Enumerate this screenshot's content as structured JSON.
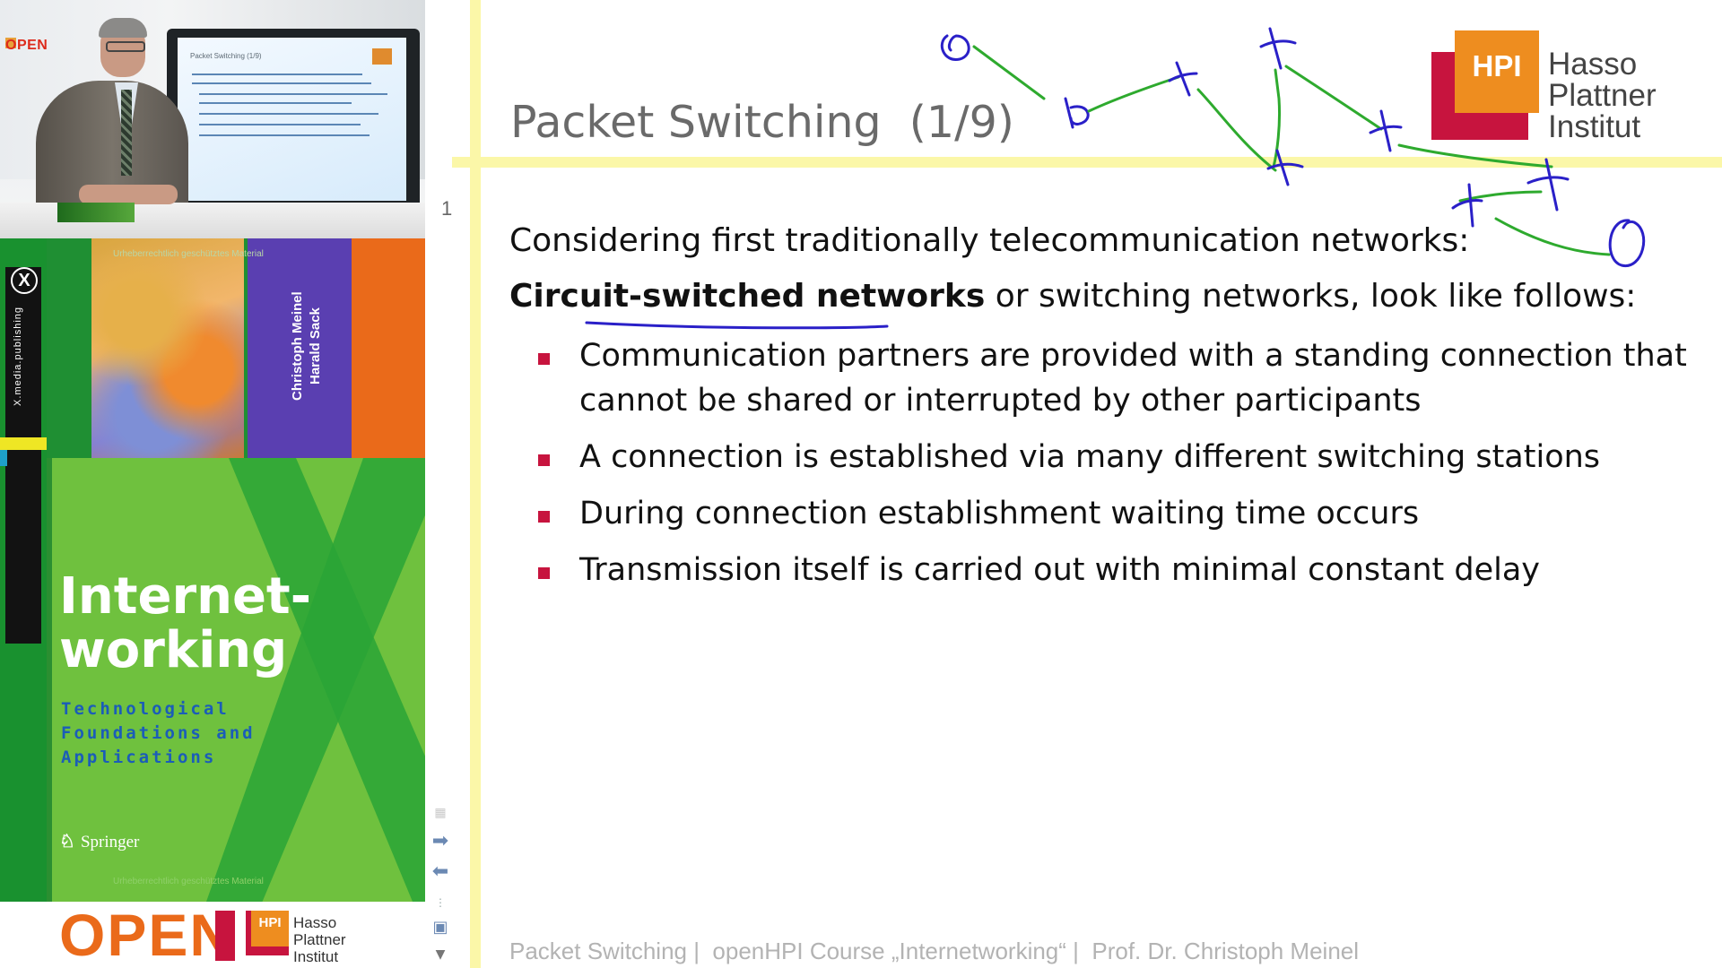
{
  "video": {
    "corner_logo": "OPEN",
    "screen_title": "Packet Switching (1/9)"
  },
  "book": {
    "series": "X.media.publishing",
    "authors": "Christoph Meinel\nHarald Sack",
    "title_line1": "Internet-",
    "title_line2": "working",
    "subtitle_line1": "Technological",
    "subtitle_line2": "Foundations and",
    "subtitle_line3": "Applications",
    "publisher": "Springer",
    "watermark_bottom": "Urheberrechtlich geschütztes Material",
    "watermark_top": "Urheberrechtlich geschütztes Material"
  },
  "open_logo": {
    "open_text": "OPEN",
    "hpi": "HPI",
    "institute": "Hasso\nPlattner\nInstitut"
  },
  "controls": {
    "page_number": "1",
    "icons": [
      "grid-icon",
      "next-arrow-icon",
      "prev-arrow-icon",
      "pen-options-icon",
      "monitor-icon",
      "dropdown-icon"
    ]
  },
  "slide": {
    "title": "Packet Switching  (1/9)",
    "logo_hpi": "HPI",
    "logo_name": "Hasso\nPlattner\nInstitut",
    "intro": "Considering first traditionally telecommunication networks:",
    "second_bold": "Circuit-switched networks",
    "second_rest": " or switching networks, look like follows:",
    "bullets": [
      "Communication partners are provided with a standing connection that cannot be shared or interrupted by other participants",
      "A connection is established via many different switching stations",
      "During connection establishment waiting time occurs",
      "Transmission itself is carried out with minimal constant delay"
    ],
    "footer": "Packet Switching |  openHPI Course „Internetworking“ |  Prof. Dr. Christoph Meinel"
  },
  "colors": {
    "bullet": "#c7143e",
    "ink_green": "#2eaa2e",
    "ink_blue": "#2a20c8",
    "guide_yellow": "#fbf7a8"
  }
}
